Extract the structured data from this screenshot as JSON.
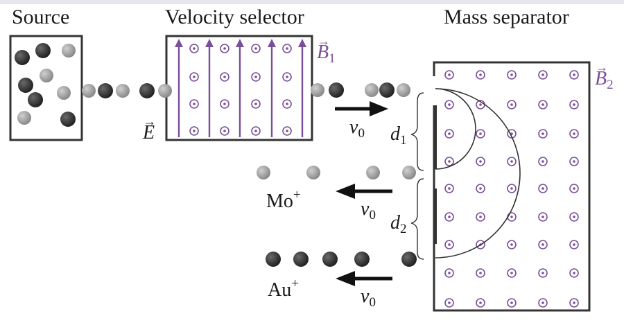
{
  "titles": {
    "source": "Source",
    "velocity_selector": "Velocity selector",
    "mass_separator": "Mass separator"
  },
  "symbols": {
    "B1": "B",
    "B1_sub": "1",
    "B2": "B",
    "B2_sub": "2",
    "E": "E",
    "v": "v",
    "v_sub": "0",
    "d": "d",
    "d1_sub": "1",
    "d2_sub": "2"
  },
  "ions": {
    "mo": "Mo",
    "au": "Au",
    "charge": "+"
  },
  "colors": {
    "field": "#7a4f9a",
    "ion_dark": "#2e2e2e",
    "ion_light": "#9a9a9a",
    "box_stroke": "#333333"
  }
}
